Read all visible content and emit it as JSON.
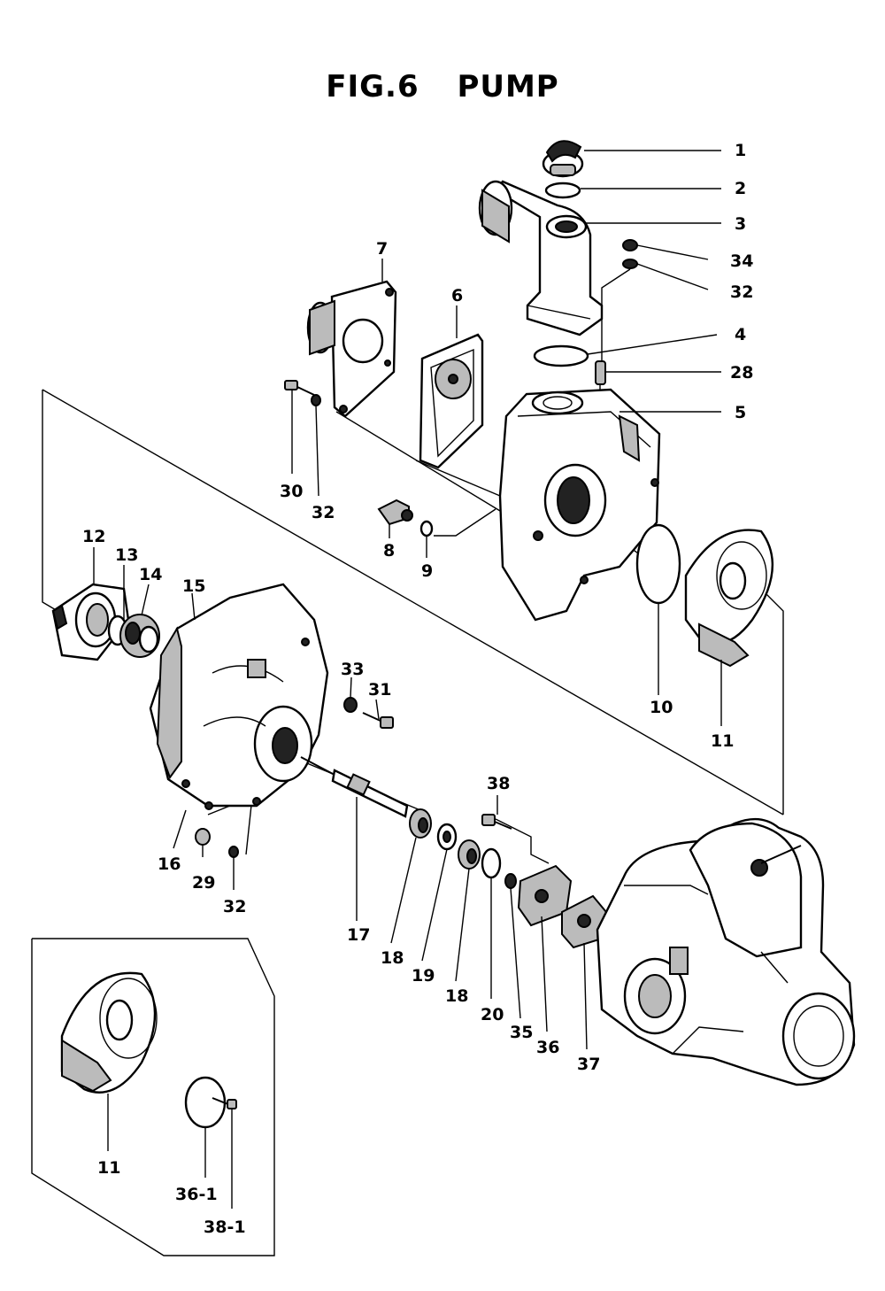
{
  "figure": {
    "title": "FIG.6    PUMP"
  },
  "labels": [
    {
      "id": "1",
      "text": "1"
    },
    {
      "id": "2",
      "text": "2"
    },
    {
      "id": "3",
      "text": "3"
    },
    {
      "id": "34",
      "text": "34"
    },
    {
      "id": "32a",
      "text": "32"
    },
    {
      "id": "4",
      "text": "4"
    },
    {
      "id": "28",
      "text": "28"
    },
    {
      "id": "5",
      "text": "5"
    },
    {
      "id": "7",
      "text": "7"
    },
    {
      "id": "6",
      "text": "6"
    },
    {
      "id": "30",
      "text": "30"
    },
    {
      "id": "32b",
      "text": "32"
    },
    {
      "id": "8",
      "text": "8"
    },
    {
      "id": "9",
      "text": "9"
    },
    {
      "id": "10",
      "text": "10"
    },
    {
      "id": "11a",
      "text": "11"
    },
    {
      "id": "12",
      "text": "12"
    },
    {
      "id": "13",
      "text": "13"
    },
    {
      "id": "14",
      "text": "14"
    },
    {
      "id": "15",
      "text": "15"
    },
    {
      "id": "33",
      "text": "33"
    },
    {
      "id": "31",
      "text": "31"
    },
    {
      "id": "16",
      "text": "16"
    },
    {
      "id": "29",
      "text": "29"
    },
    {
      "id": "32c",
      "text": "32"
    },
    {
      "id": "17",
      "text": "17"
    },
    {
      "id": "18a",
      "text": "18"
    },
    {
      "id": "19",
      "text": "19"
    },
    {
      "id": "18b",
      "text": "18"
    },
    {
      "id": "20",
      "text": "20"
    },
    {
      "id": "35",
      "text": "35"
    },
    {
      "id": "36",
      "text": "36"
    },
    {
      "id": "37",
      "text": "37"
    },
    {
      "id": "38",
      "text": "38"
    },
    {
      "id": "11b",
      "text": "11"
    },
    {
      "id": "36-1",
      "text": "36-1"
    },
    {
      "id": "38-1",
      "text": "38-1"
    }
  ]
}
